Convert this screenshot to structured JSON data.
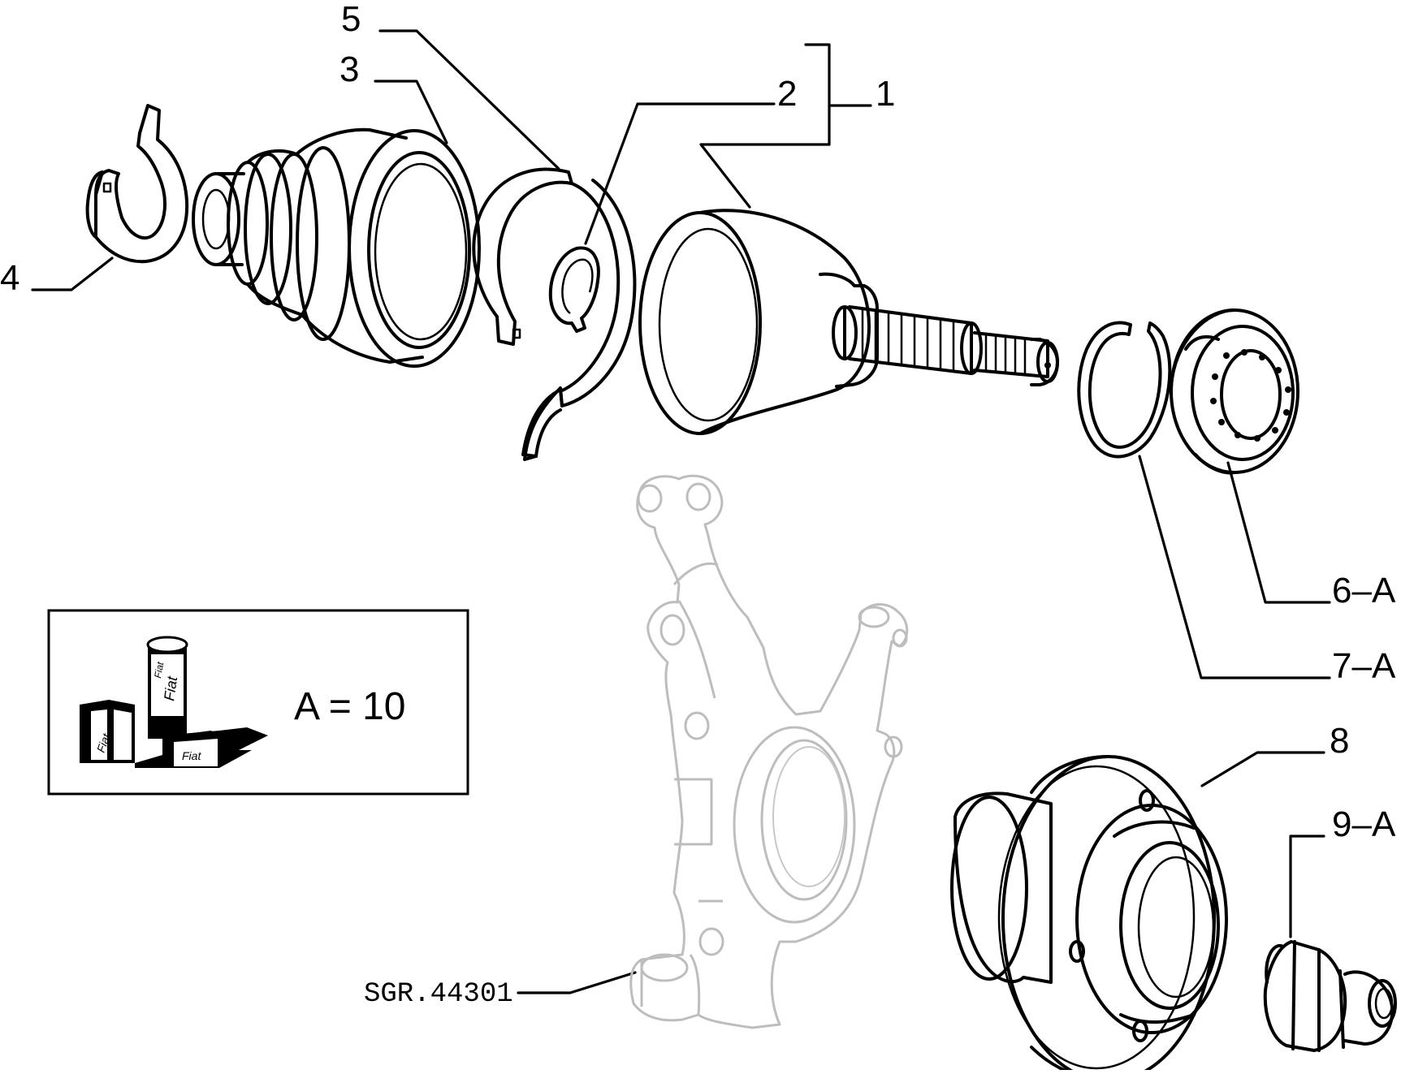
{
  "callouts": [
    {
      "id": "1",
      "label": "1"
    },
    {
      "id": "2",
      "label": "2"
    },
    {
      "id": "3",
      "label": "3"
    },
    {
      "id": "4",
      "label": "4"
    },
    {
      "id": "5",
      "label": "5"
    },
    {
      "id": "6",
      "label": "6–A"
    },
    {
      "id": "7",
      "label": "7–A"
    },
    {
      "id": "8",
      "label": "8"
    },
    {
      "id": "9",
      "label": "9–A"
    }
  ],
  "reference_code": "SGR.44301",
  "legend": {
    "text": "A = 10",
    "brand_marks": [
      "Fiat",
      "Fiat",
      "Fiat",
      "Fiat"
    ]
  },
  "colors": {
    "ink": "#000000",
    "ghost_part": "#bdbdbd",
    "background": "#ffffff"
  }
}
